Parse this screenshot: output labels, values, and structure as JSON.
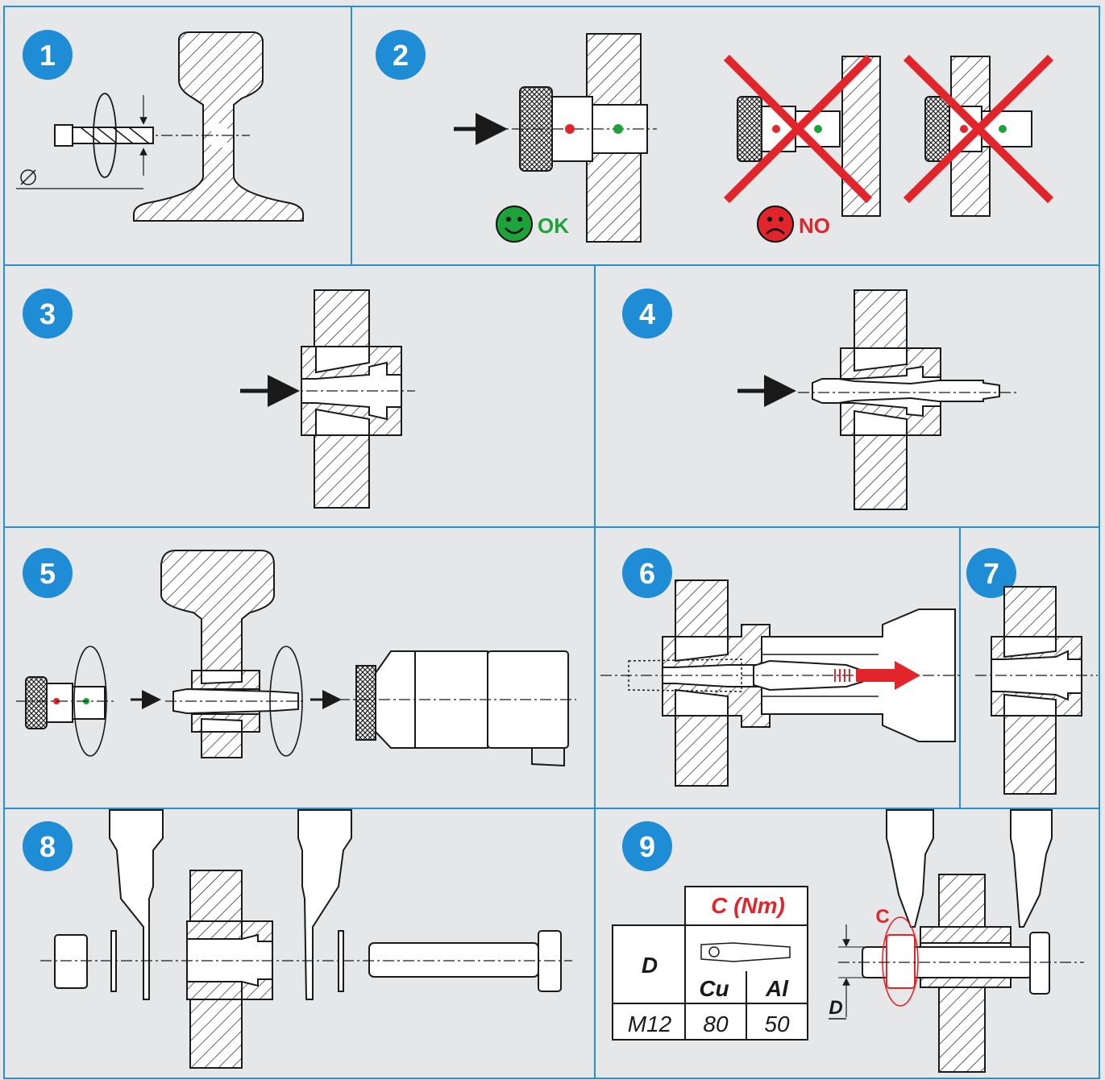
{
  "steps": [
    "1",
    "2",
    "3",
    "4",
    "5",
    "6",
    "7",
    "8",
    "9"
  ],
  "labels": {
    "ok": "OK",
    "no": "NO",
    "c": "C",
    "d": "D"
  },
  "torque_table": {
    "header": "C (Nm)",
    "row_header": "D",
    "col_cu": "Cu",
    "col_al": "Al",
    "row_size": "M12",
    "val_cu": "80",
    "val_al": "50"
  },
  "colors": {
    "background": "#e6e7e8",
    "grid_line": "#2a8fd0",
    "step_badge": "#1f8dd6",
    "ok_green": "#1ea33a",
    "no_red": "#e2252b",
    "ink": "#1a1a1a"
  },
  "icons": {
    "ok_face": "smiley-icon",
    "no_face": "frown-icon",
    "arrow": "arrow-right-icon",
    "cross": "red-x-icon"
  }
}
